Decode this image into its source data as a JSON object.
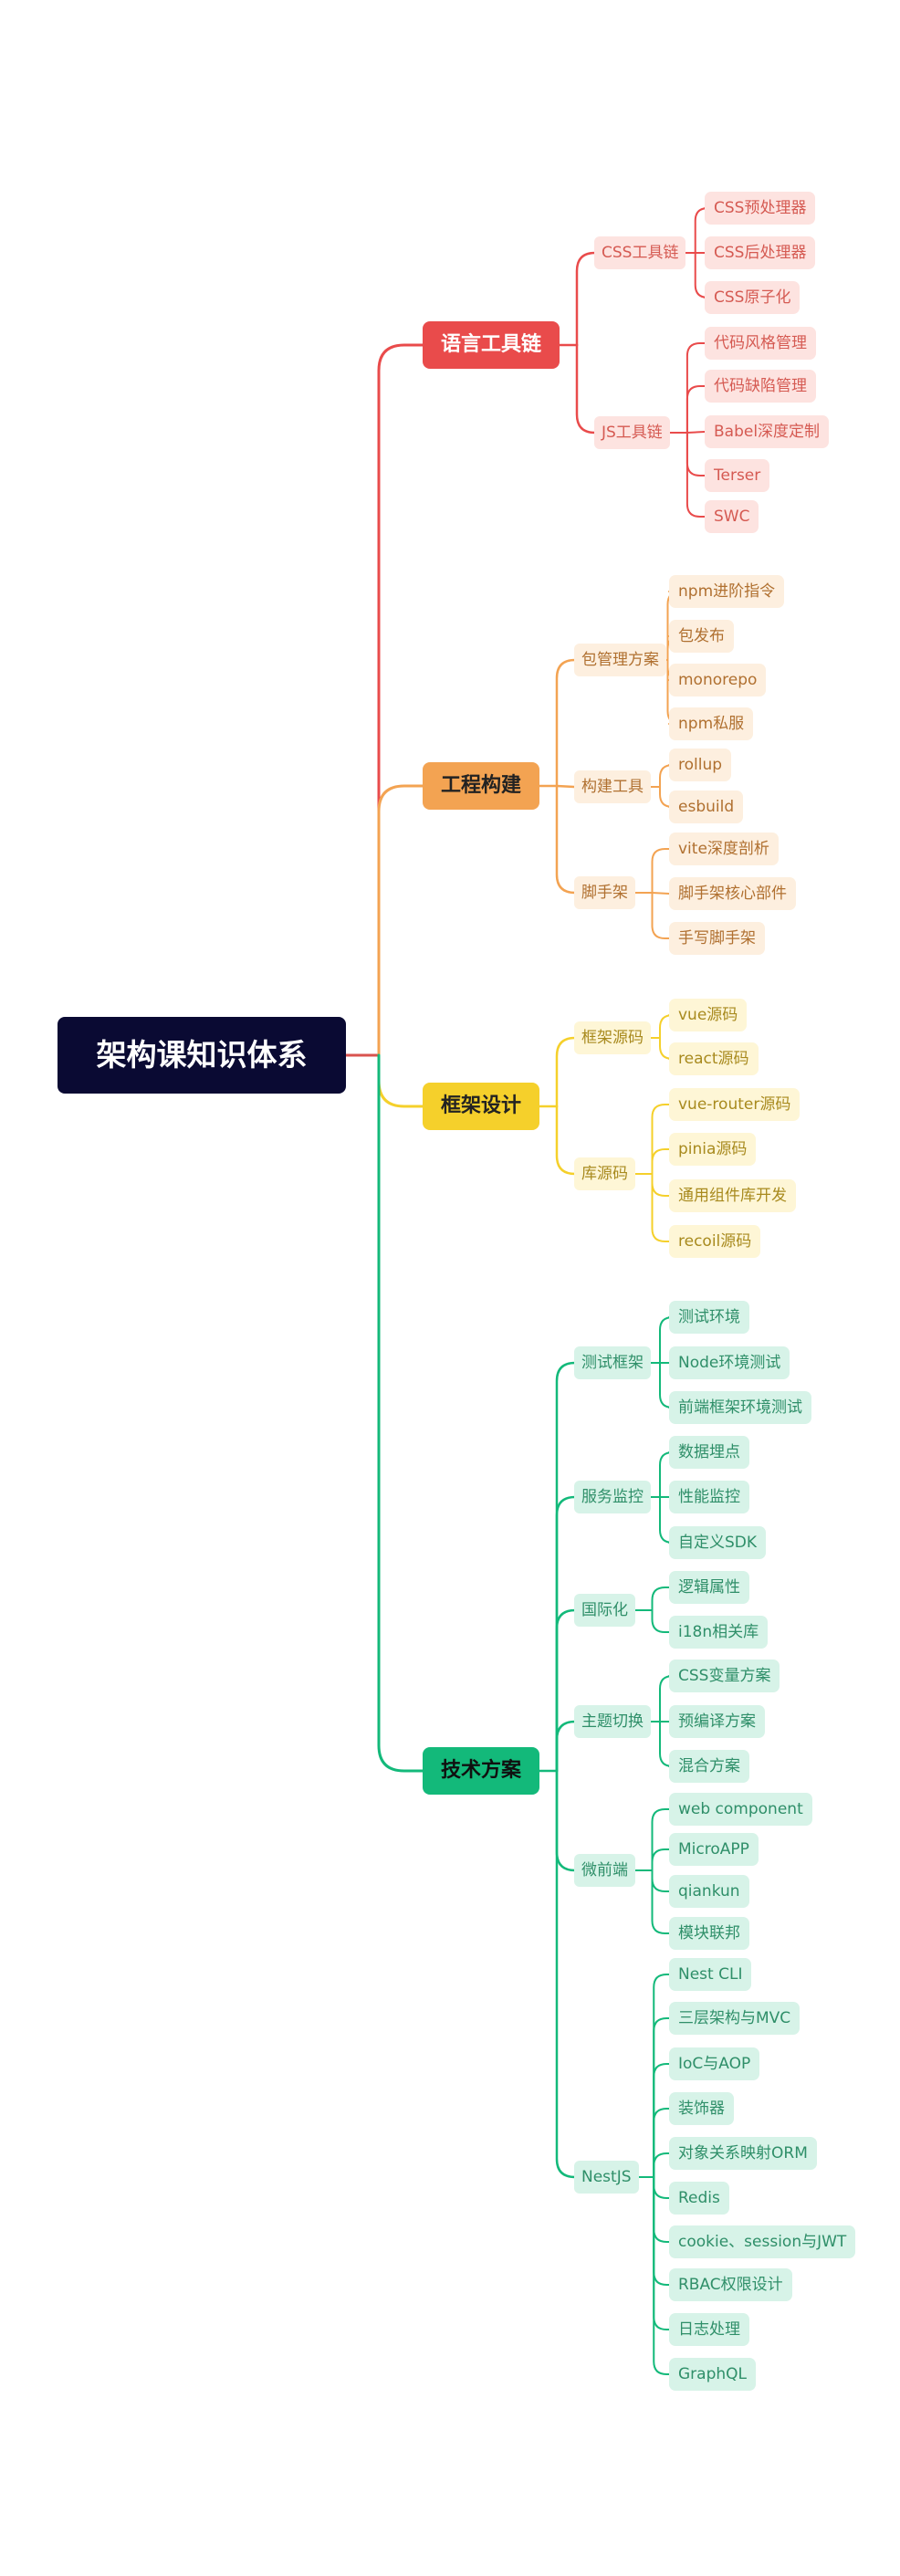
{
  "root": "架构课知识体系",
  "branches": [
    {
      "label": "语言工具链",
      "theme": "red",
      "color": "#e94b4b",
      "subs": [
        {
          "label": "CSS工具链",
          "items": [
            "CSS预处理器",
            "CSS后处理器",
            "CSS原子化"
          ]
        },
        {
          "label": "JS工具链",
          "items": [
            "代码风格管理",
            "代码缺陷管理",
            "Babel深度定制",
            "Terser",
            "SWC"
          ]
        }
      ]
    },
    {
      "label": "工程构建",
      "theme": "orange",
      "color": "#f3a352",
      "subs": [
        {
          "label": "包管理方案",
          "items": [
            "npm进阶指令",
            "包发布",
            "monorepo",
            "npm私服"
          ]
        },
        {
          "label": "构建工具",
          "items": [
            "rollup",
            "esbuild"
          ]
        },
        {
          "label": "脚手架",
          "items": [
            "vite深度剖析",
            "脚手架核心部件",
            "手写脚手架"
          ]
        }
      ]
    },
    {
      "label": "框架设计",
      "theme": "yellow",
      "color": "#f5d02b",
      "subs": [
        {
          "label": "框架源码",
          "items": [
            "vue源码",
            "react源码"
          ]
        },
        {
          "label": "库源码",
          "items": [
            "vue-router源码",
            "pinia源码",
            "通用组件库开发",
            "recoil源码"
          ]
        }
      ]
    },
    {
      "label": "技术方案",
      "theme": "green",
      "color": "#13b97a",
      "subs": [
        {
          "label": "测试框架",
          "items": [
            "测试环境",
            "Node环境测试",
            "前端框架环境测试"
          ]
        },
        {
          "label": "服务监控",
          "items": [
            "数据埋点",
            "性能监控",
            "自定义SDK"
          ]
        },
        {
          "label": "国际化",
          "items": [
            "逻辑属性",
            "i18n相关库"
          ]
        },
        {
          "label": "主题切换",
          "items": [
            "CSS变量方案",
            "预编译方案",
            "混合方案"
          ]
        },
        {
          "label": "微前端",
          "items": [
            "web component",
            "MicroAPP",
            "qiankun",
            "模块联邦"
          ]
        },
        {
          "label": "NestJS",
          "items": [
            "Nest CLI",
            "三层架构与MVC",
            "IoC与AOP",
            "装饰器",
            "对象关系映射ORM",
            "Redis",
            "cookie、session与JWT",
            "RBAC权限设计",
            "日志处理",
            "GraphQL"
          ]
        }
      ]
    }
  ]
}
